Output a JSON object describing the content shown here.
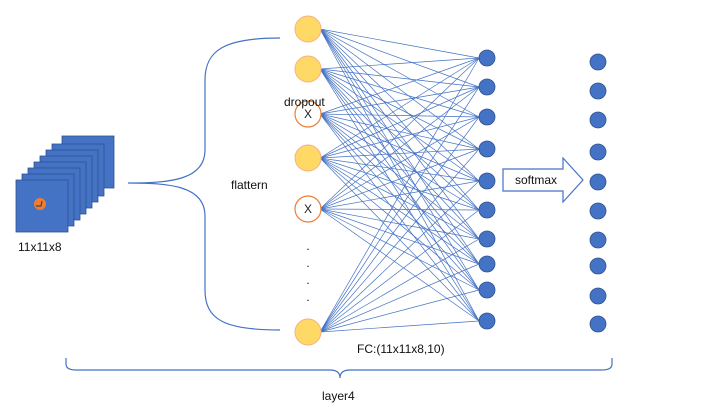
{
  "labels": {
    "feature_map": "11x11x8",
    "flatten": "flattern",
    "dropout": "dropout",
    "softmax": "softmax",
    "fc": "FC:(11x11x8,10)",
    "layer": "layer4",
    "dropped_mark": "X",
    "ellipsis_dot": "."
  },
  "colors": {
    "feature_map_fill": "#4472C4",
    "feature_map_edge": "#2F528F",
    "marker_fill": "#ED7D31",
    "input_node_fill": "#FFD966",
    "input_node_stroke": "#F4B183",
    "dropped_node_stroke": "#ED7D31",
    "output_node_fill": "#4472C4",
    "line": "#4472C4",
    "brace": "#4472C4"
  },
  "network": {
    "input_nodes": [
      "active",
      "active",
      "dropped",
      "active",
      "dropped",
      "active"
    ],
    "fc_nodes": 10,
    "softmax_nodes": 10,
    "ellipsis_dots": 4
  }
}
